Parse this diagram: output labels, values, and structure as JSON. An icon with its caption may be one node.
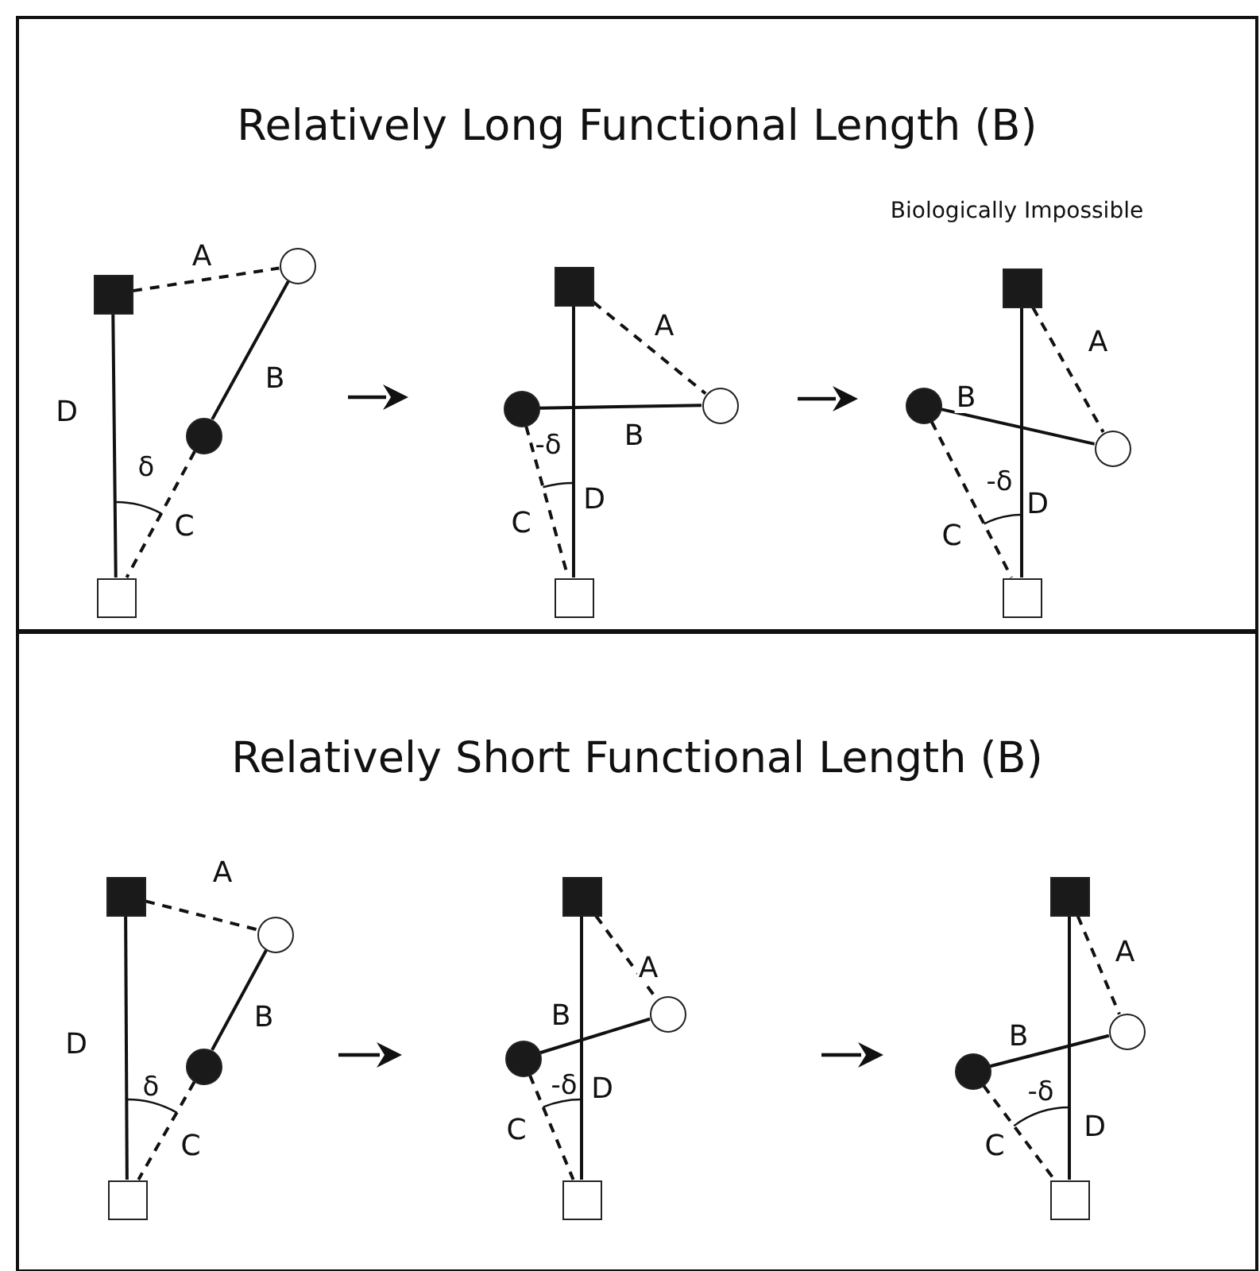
{
  "diagram": {
    "nodes": [
      {
        "text": [
          "Relatively Long Functional Length (B)"
        ]
      },
      {
        "text": [],
        "shape": "box",
        "in": 0
      },
      {
        "text": [],
        "shape": "circle",
        "in": 0
      },
      {
        "text": [],
        "shape": "circle",
        "in": 0
      },
      {
        "text": [],
        "shape": "box",
        "in": 0
      },
      {
        "text": [],
        "shape": "box",
        "in": 0
      },
      {
        "text": [],
        "shape": "circle",
        "in": 0
      },
      {
        "text": [],
        "shape": "circle",
        "in": 0
      },
      {
        "text": [],
        "shape": "box",
        "in": 0
      },
      {
        "text": [],
        "shape": "box",
        "in": 0
      },
      {
        "text": [],
        "shape": "circle",
        "in": 0
      },
      {
        "text": [],
        "shape": "circle",
        "in": 0
      },
      {
        "text": [],
        "shape": "box",
        "in": 0
      },
      {
        "text": [
          "Relatively Short Functional Length (B)"
        ]
      },
      {
        "text": [],
        "shape": "box",
        "in": 13
      },
      {
        "text": [],
        "shape": "circle",
        "in": 13
      },
      {
        "text": [],
        "shape": "circle",
        "in": 13
      },
      {
        "text": [],
        "shape": "box",
        "in": 13
      },
      {
        "text": [],
        "shape": "box",
        "in": 13
      },
      {
        "text": [],
        "shape": "circle",
        "in": 13
      },
      {
        "text": [],
        "shape": "circle",
        "in": 13
      },
      {
        "text": [],
        "shape": "box",
        "in": 13
      },
      {
        "text": [],
        "shape": "box",
        "in": 13
      },
      {
        "text": [],
        "shape": "circle",
        "in": 13
      },
      {
        "text": [],
        "shape": "circle",
        "in": 13
      },
      {
        "text": [],
        "shape": "box",
        "in": 13
      }
    ],
    "edges": [
      {
        "from": 1,
        "to": 2,
        "arrow": "none",
        "label": "A",
        "style": "dashed"
      },
      {
        "from": 2,
        "to": 3,
        "arrow": "none",
        "label": "B"
      },
      {
        "from": 3,
        "to": 4,
        "arrow": "none",
        "label": "C",
        "style": "dashed"
      },
      {
        "from": 1,
        "to": 4,
        "arrow": "none",
        "label": "D"
      },
      {
        "from": 5,
        "to": 6,
        "arrow": "none",
        "label": "A",
        "style": "dashed"
      },
      {
        "from": 6,
        "to": 7,
        "arrow": "none",
        "label": "B"
      },
      {
        "from": 7,
        "to": 8,
        "arrow": "none",
        "label": "C",
        "style": "dashed"
      },
      {
        "from": 5,
        "to": 8,
        "arrow": "none",
        "label": "D"
      },
      {
        "from": 9,
        "to": 10,
        "arrow": "none",
        "label": "A",
        "style": "dashed"
      },
      {
        "from": 10,
        "to": 11,
        "arrow": "none",
        "label": "B"
      },
      {
        "from": 11,
        "to": 12,
        "arrow": "none",
        "label": "C",
        "style": "dashed"
      },
      {
        "from": 9,
        "to": 12,
        "arrow": "none",
        "label": "D"
      },
      {
        "from": 14,
        "to": 15,
        "arrow": "none",
        "label": "A",
        "style": "dashed"
      },
      {
        "from": 15,
        "to": 16,
        "arrow": "none",
        "label": "B"
      },
      {
        "from": 16,
        "to": 17,
        "arrow": "none",
        "label": "C",
        "style": "dashed"
      },
      {
        "from": 14,
        "to": 17,
        "arrow": "none",
        "label": "D"
      },
      {
        "from": 18,
        "to": 19,
        "arrow": "none",
        "label": "A",
        "style": "dashed"
      },
      {
        "from": 19,
        "to": 20,
        "arrow": "none",
        "label": "B"
      },
      {
        "from": 20,
        "to": 21,
        "arrow": "none",
        "label": "C",
        "style": "dashed"
      },
      {
        "from": 18,
        "to": 21,
        "arrow": "none",
        "label": "D"
      },
      {
        "from": 22,
        "to": 23,
        "arrow": "none",
        "label": "A",
        "style": "dashed"
      },
      {
        "from": 23,
        "to": 24,
        "arrow": "none",
        "label": "B"
      },
      {
        "from": 24,
        "to": 25,
        "arrow": "none",
        "label": "C",
        "style": "dashed"
      },
      {
        "from": 22,
        "to": 25,
        "arrow": "none",
        "label": "D"
      }
    ],
    "labels": [
      "Biologically Impossible",
      "δ",
      "-δ",
      "-δ",
      "δ",
      "-δ",
      "-δ"
    ]
  }
}
